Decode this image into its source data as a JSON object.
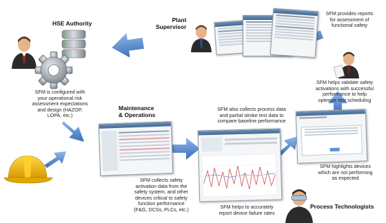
{
  "headings": {
    "hse_authority": "HSE Authority",
    "plant_supervisor": "Plant\nSupervisor",
    "maintenance_ops": "Maintenance\n& Operations",
    "process_technologists": "Process Technologists"
  },
  "captions": {
    "configured": "SFM is configured with\nyour operational risk\nassessment expectations\nand design (HAZOP,\nLOPA, etc.)",
    "reports": "SFM provides reports\nfor assessment of\nfunctional safety",
    "validate": "SFM helps validate safety\nactivations with successful\nperformance to help\noptimize test scheduling",
    "collects_process": "SFM also collects process data\nand partial stroke test data to\ncompare baseline performance",
    "collects_activation": "SFM collects safety\nactivation data from the\nsafety system, and other\ndevices critical to safety\nfunction performance\n(F&G, DCSs, PLCs, etc.)",
    "highlights": "SFM highlights devices\nwhich are not performing\nas expected",
    "failure_rates": "SFM helps to accurately\nreport device failure rates"
  },
  "icons": {
    "person": "person-icon",
    "gear": "gear-icon",
    "database": "database-icon",
    "hardhat": "hard-hat-icon",
    "arrow": "arrow-icon"
  },
  "colors": {
    "arrow": "#5b8fd6",
    "arrow_dark": "#3a6fb8",
    "suit": "#2b2b2b",
    "skin": "#e7b48a",
    "hat": "#f2b705"
  }
}
